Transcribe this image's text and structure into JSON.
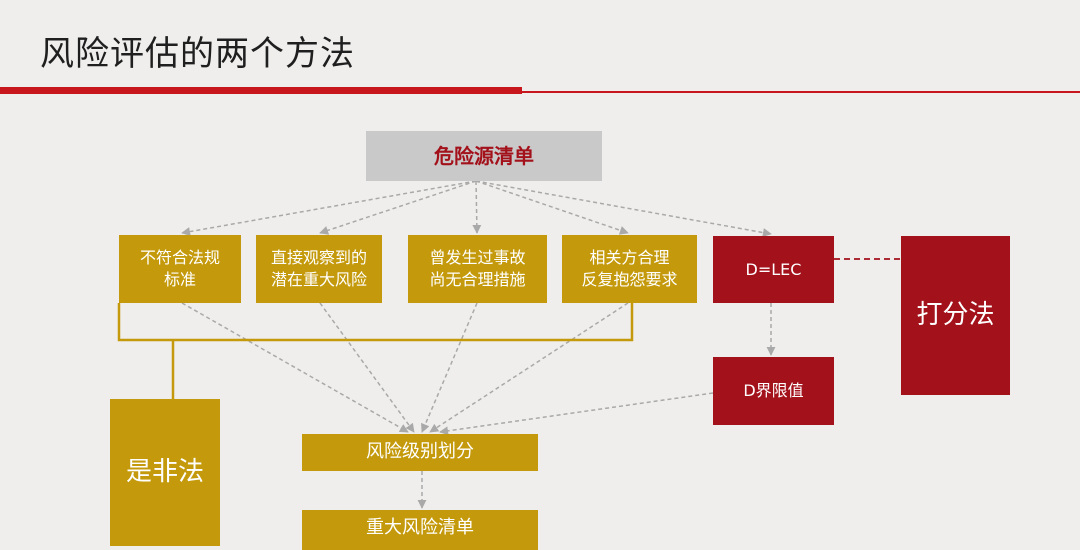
{
  "slide": {
    "title": "风险评估的两个方法"
  },
  "diagram": {
    "hazard_list": "危险源清单",
    "criteria": [
      {
        "line1": "不符合法规",
        "line2": "标准"
      },
      {
        "line1": "直接观察到的",
        "line2": "潜在重大风险"
      },
      {
        "line1": "曾发生过事故",
        "line2": "尚无合理措施"
      },
      {
        "line1": "相关方合理",
        "line2": "反复抱怨要求"
      }
    ],
    "dlec": "D=LEC",
    "d_limit": "D界限值",
    "scoring_method": "打分法",
    "is_illegal": "是非法",
    "risk_level": "风险级别划分",
    "major_risk_list": "重大风险清单"
  },
  "colors": {
    "accent_red": "#c8161d",
    "box_red": "#a3111b",
    "box_gold": "#c49a0c",
    "box_grey": "#c9c9c9"
  }
}
